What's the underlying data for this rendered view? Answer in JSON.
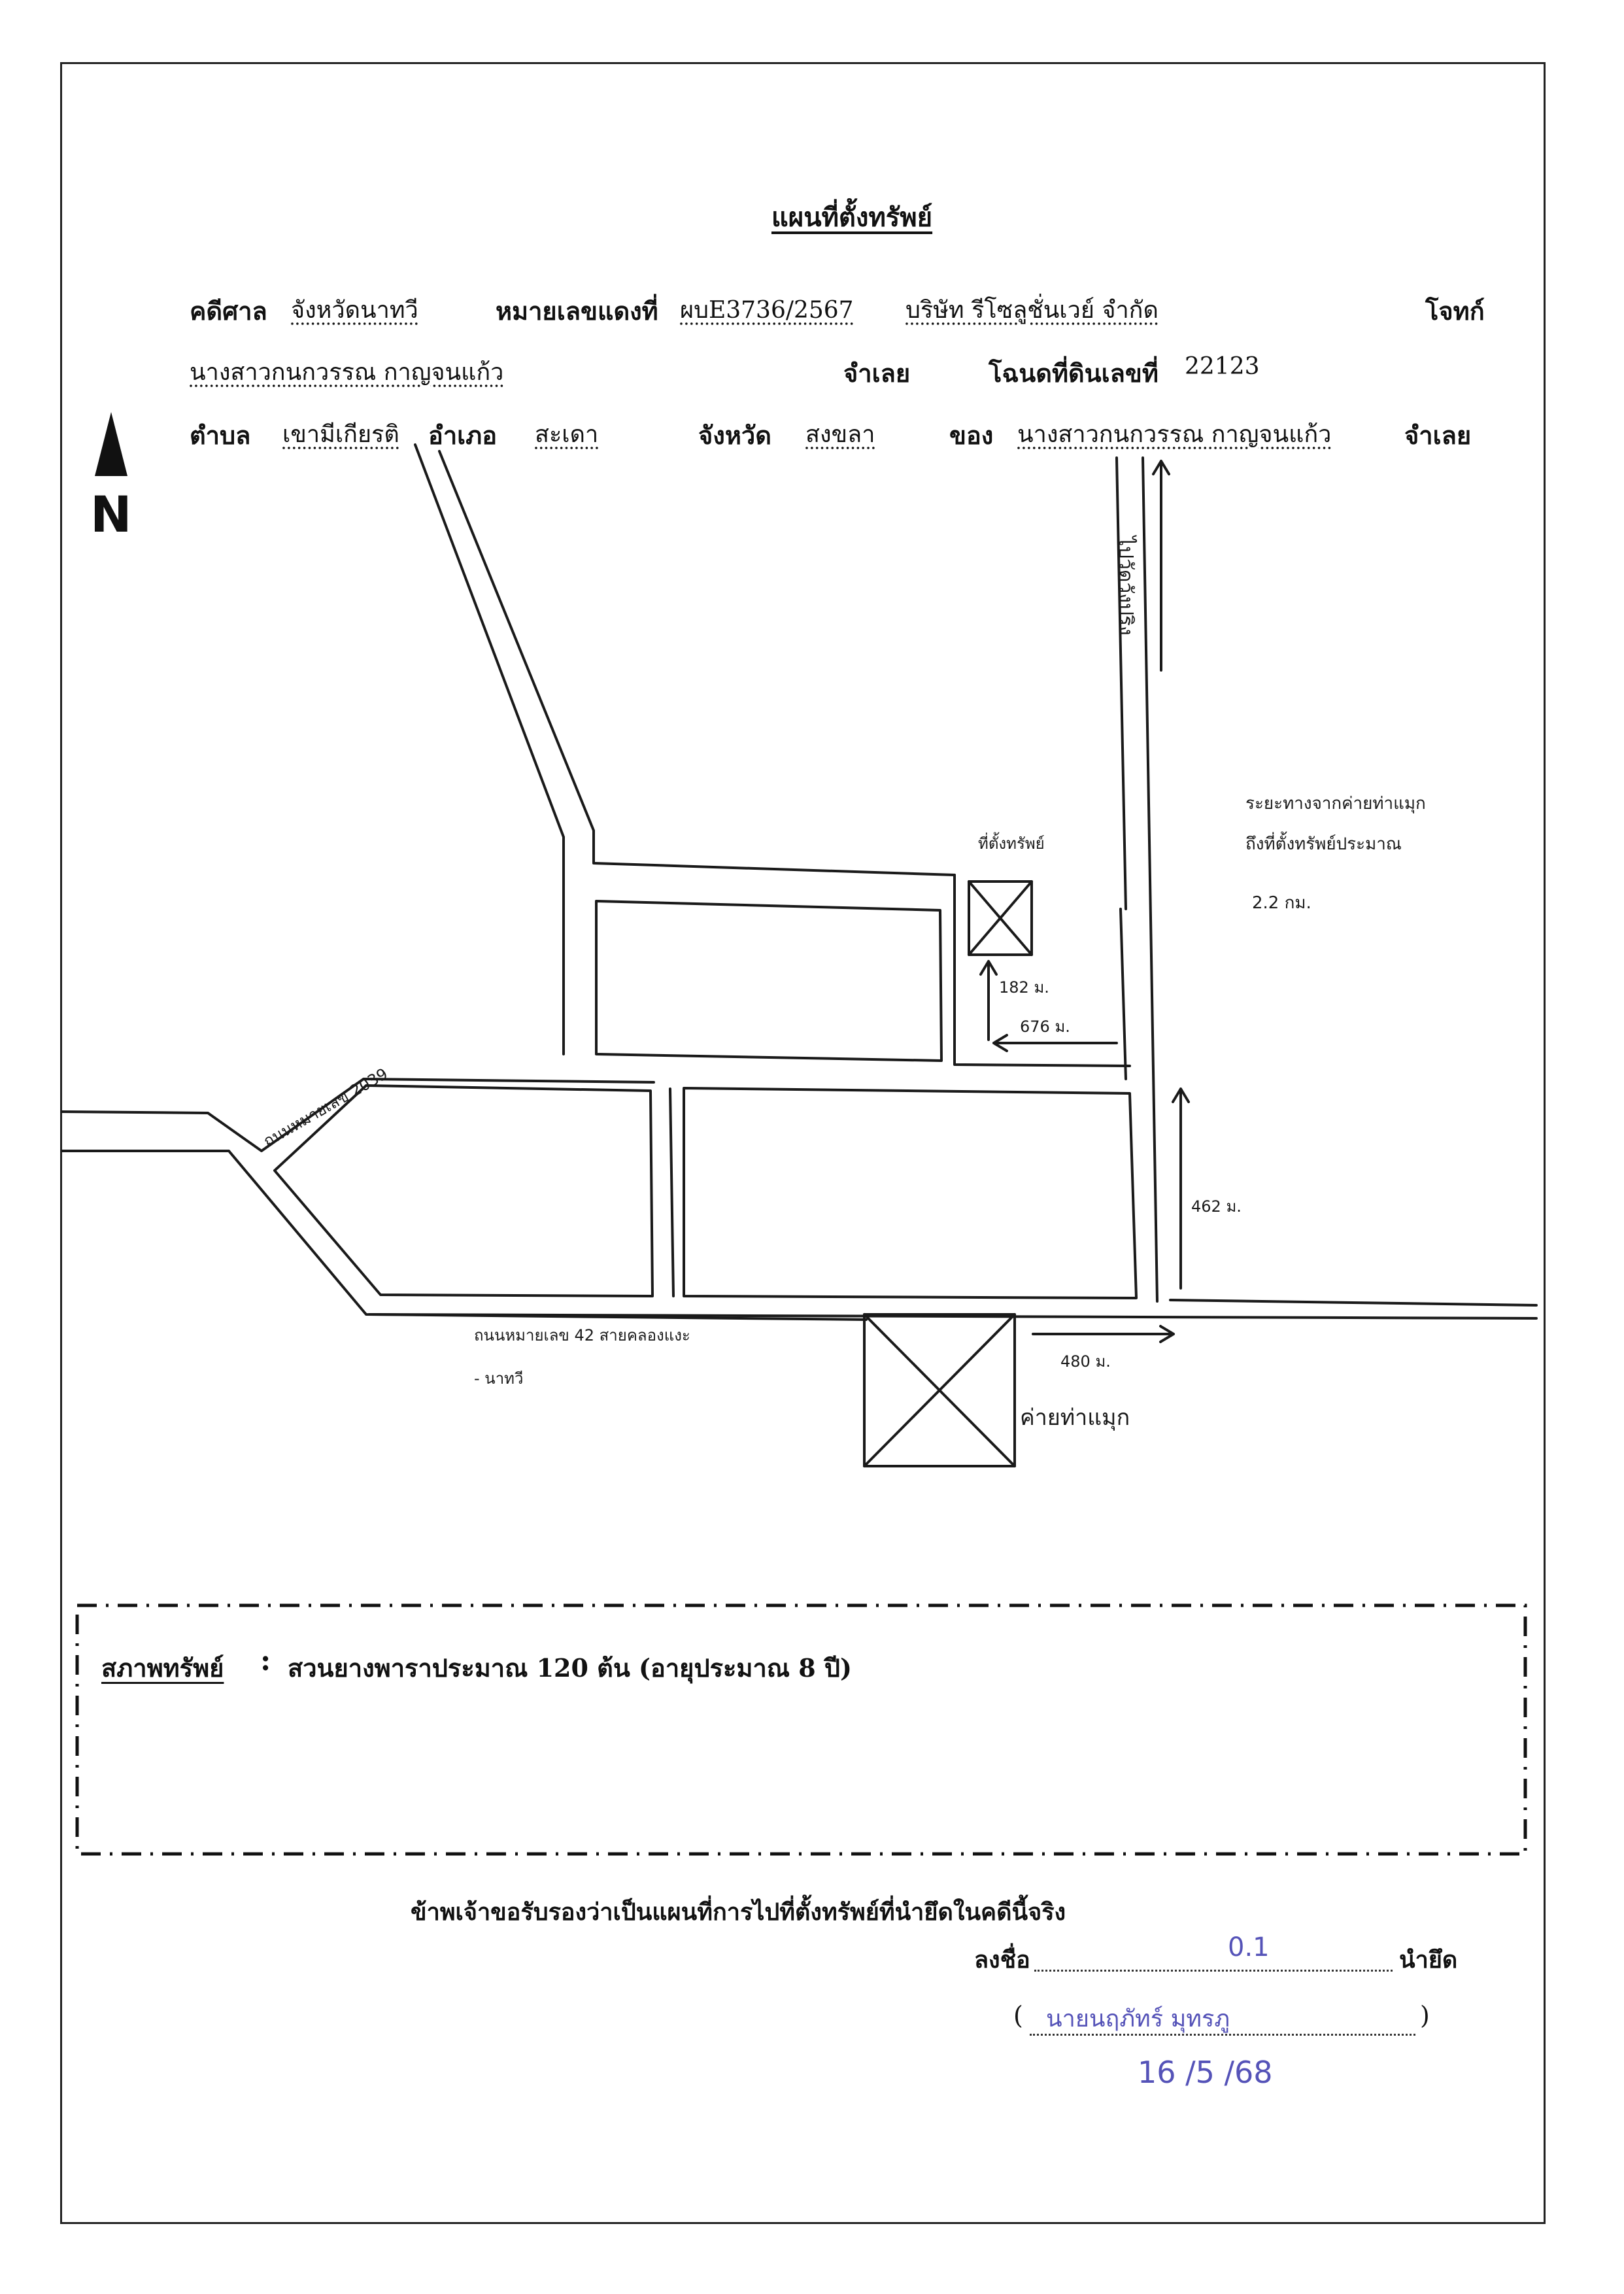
{
  "title": "แผนที่ตั้งทรัพย์",
  "header": {
    "court_label": "คดีศาล",
    "court_value": "จังหวัดนาทวี",
    "case_no_label": "หมายเลขแดงที่",
    "case_no_value": "ผบE3736/2567",
    "plaintiff_value": "บริษัท รีโซลูชั่นเวย์ จำกัด",
    "plaintiff_label": "โจทก์",
    "defendant_value": "นางสาวกนกวรรณ กาญจนแก้ว",
    "defendant_label": "จำเลย",
    "deed_label": "โฉนดที่ดินเลขที่",
    "deed_value": "22123",
    "subdistrict_label": "ตำบล",
    "subdistrict_value": "เขามีเกียรติ",
    "district_label": "อำเภอ",
    "district_value": "สะเดา",
    "province_label": "จังหวัด",
    "province_value": "สงขลา",
    "owner_label": "ของ",
    "owner_value": "นางสาวกนกวรรณ กาญจนแก้ว",
    "owner_role": "จำเลย"
  },
  "north_label": "N",
  "map": {
    "road_north_label": "ไปวัดวังปริง",
    "distance_note": [
      "ระยะทางจากค่ายท่าแมุก",
      "ถึงที่ตั้งทรัพย์ประมาณ",
      "2.2 กม."
    ],
    "property_label": "ที่ตั้งทรัพย์",
    "dist_182": "182 ม.",
    "dist_676": "676 ม.",
    "highway_2039": "ถนนหมายเลข 2039",
    "dist_462": "462 ม.",
    "highway_42": "ถนนหมายเลข 42 สายคลองแงะ",
    "highway_42_cont": "- นาทวี",
    "dist_480": "480 ม.",
    "camp_label": "ค่ายท่าแมุก"
  },
  "condition": {
    "label": "สภาพทรัพย์",
    "colon": ":",
    "text": "สวนยางพาราประมาณ 120 ต้น (อายุประมาณ 8 ปี)"
  },
  "certification": "ข้าพเจ้าขอรับรองว่าเป็นแผนที่การไปที่ตั้งทรัพย์ที่นำยึดในคดีนี้จริง",
  "signature": {
    "sign_label": "ลงชื่อ",
    "sign_value": "0.1",
    "role": "นำยึด",
    "name_open": "(",
    "name": "นายนฤภัทร์ มุทรภู",
    "name_close": ")",
    "date": "16 /5 /68"
  }
}
